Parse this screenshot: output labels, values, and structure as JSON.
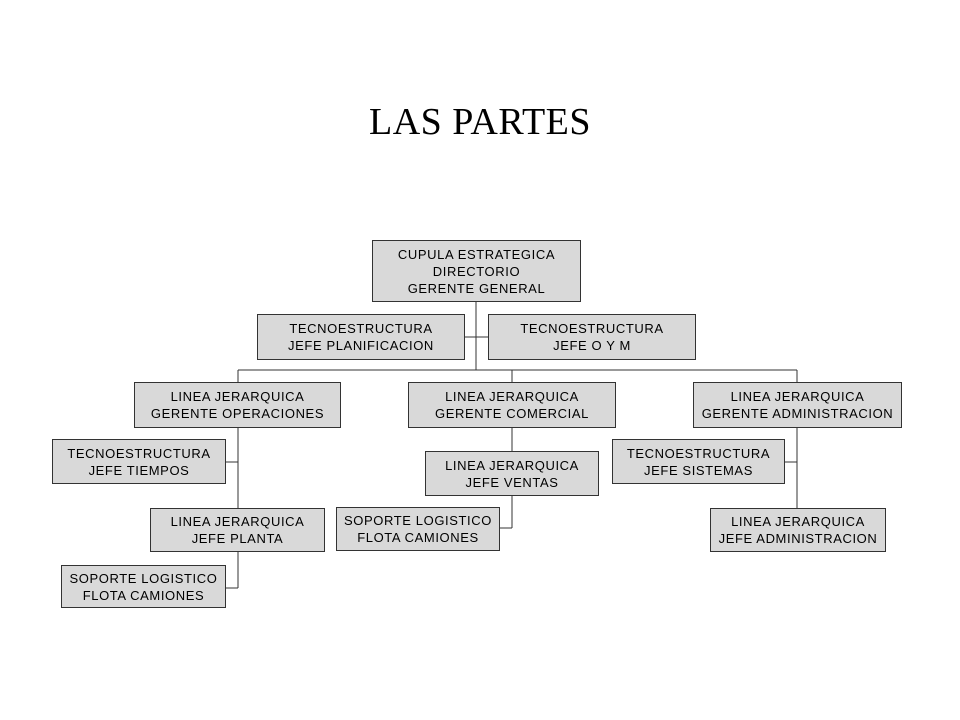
{
  "title": "LAS PARTES",
  "colors": {
    "box_fill": "#d9d9d9",
    "box_border": "#333333",
    "connector": "#333333"
  },
  "boxes": {
    "cupula": {
      "lines": [
        "CUPULA ESTRATEGICA",
        "DIRECTORIO",
        "GERENTE GENERAL"
      ]
    },
    "tecno_planificacion": {
      "lines": [
        "TECNOESTRUCTURA",
        "JEFE PLANIFICACION"
      ]
    },
    "tecno_oym": {
      "lines": [
        "TECNOESTRUCTURA",
        "JEFE O Y M"
      ]
    },
    "linea_operaciones": {
      "lines": [
        "LINEA JERARQUICA",
        "GERENTE OPERACIONES"
      ]
    },
    "linea_comercial": {
      "lines": [
        "LINEA JERARQUICA",
        "GERENTE COMERCIAL"
      ]
    },
    "linea_administracion": {
      "lines": [
        "LINEA JERARQUICA",
        "GERENTE ADMINISTRACION"
      ]
    },
    "tecno_tiempos": {
      "lines": [
        "TECNOESTRUCTURA",
        "JEFE TIEMPOS"
      ]
    },
    "linea_ventas": {
      "lines": [
        "LINEA JERARQUICA",
        "JEFE VENTAS"
      ]
    },
    "tecno_sistemas": {
      "lines": [
        "TECNOESTRUCTURA",
        "JEFE SISTEMAS"
      ]
    },
    "linea_planta": {
      "lines": [
        "LINEA JERARQUICA",
        "JEFE PLANTA"
      ]
    },
    "soporte_comercial": {
      "lines": [
        "SOPORTE LOGISTICO",
        "FLOTA CAMIONES"
      ]
    },
    "linea_jefe_administracion": {
      "lines": [
        "LINEA JERARQUICA",
        "JEFE ADMINISTRACION"
      ]
    },
    "soporte_operaciones": {
      "lines": [
        "SOPORTE LOGISTICO",
        "FLOTA CAMIONES"
      ]
    }
  }
}
